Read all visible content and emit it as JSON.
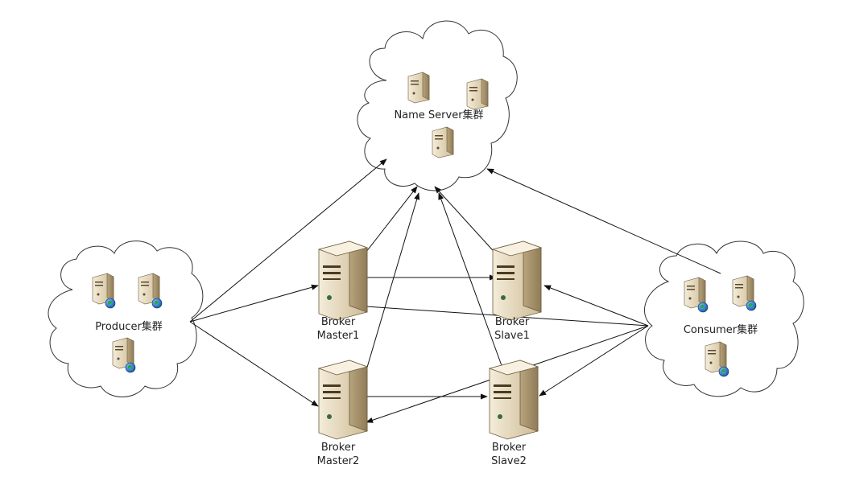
{
  "clusters": {
    "nameserver": {
      "label": "Name Server集群"
    },
    "producer": {
      "label": "Producer集群"
    },
    "consumer": {
      "label": "Consumer集群"
    }
  },
  "brokers": {
    "master1": {
      "line1": "Broker",
      "line2": "Master1"
    },
    "slave1": {
      "line1": "Broker",
      "line2": "Slave1"
    },
    "master2": {
      "line1": "Broker",
      "line2": "Master2"
    },
    "slave2": {
      "line1": "Broker",
      "line2": "Slave2"
    }
  },
  "colors": {
    "line": "#111111",
    "cloud_stroke": "#333333",
    "server_light": "#efe6d2",
    "server_mid": "#d9caa9",
    "server_dark": "#a08d66",
    "globe_blue": "#1f6fd1",
    "globe_green": "#2ea34a"
  },
  "icons": [
    "server-icon",
    "globe-icon",
    "cloud-icon",
    "arrow-icon"
  ]
}
